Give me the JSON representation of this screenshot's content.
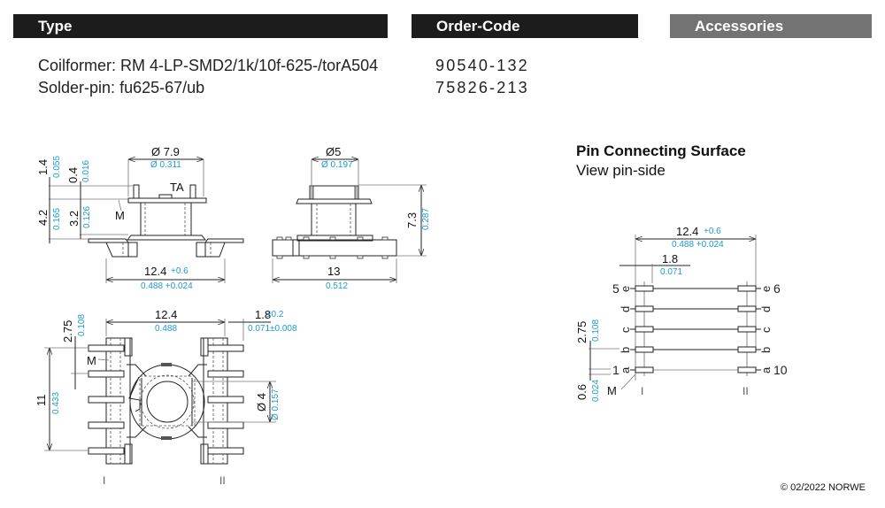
{
  "headers": {
    "type": "Type",
    "order_code": "Order-Code",
    "accessories": "Accessories"
  },
  "items": [
    {
      "label": "Coilformer:",
      "value": "RM 4-LP-SMD2/1k/10f-625-/torA504",
      "order_code": "90540-132"
    },
    {
      "label": "Solder-pin:",
      "value": "fu625-67/ub",
      "order_code": "75826-213"
    }
  ],
  "pin_section": {
    "title": "Pin Connecting Surface",
    "subtitle": "View pin-side"
  },
  "colors": {
    "header_dark": "#1c1c1c",
    "header_grey": "#737373",
    "inch_dimension": "#1a9ad6"
  },
  "side_view": {
    "dia_mm": "Ø 7.9",
    "dia_in": "Ø 0.311",
    "h1_mm": "1.4",
    "h1_in": "0.055",
    "h2_mm": "0.4",
    "h2_in": "0.016",
    "h3_mm": "4.2",
    "h3_in": "0.165",
    "h4_mm": "3.2",
    "h4_in": "0.126",
    "label_ta": "TA",
    "label_m": "M",
    "width_mm": "12.4",
    "width_tol": "+0.6",
    "width_in": "0.488 +0.024"
  },
  "front_view": {
    "dia_mm": "Ø5",
    "dia_in": "Ø 0.197",
    "height_mm": "7.3",
    "height_in": "0.287",
    "width_mm": "13",
    "width_in": "0.512"
  },
  "top_view": {
    "width_mm": "12.4",
    "width_in": "0.488",
    "pin_mm": "1.8",
    "pin_tol": "±0.2",
    "pin_in": "0.071±0.008",
    "pitch_mm": "2.75",
    "pitch_in": "0.108",
    "height_mm": "11",
    "height_in": "0.433",
    "bore_mm": "Ø 4",
    "bore_in": "Ø 0.157",
    "label_m": "M",
    "row_left": "I",
    "row_right": "II"
  },
  "pin_view": {
    "width_mm": "12.4",
    "width_tol": "+0.6",
    "width_in": "0.488 +0.024",
    "pad_mm": "1.8",
    "pad_in": "0.071",
    "pitch_mm": "2.75",
    "pitch_in": "0.108",
    "offset_mm": "0.6",
    "offset_in": "0.024",
    "label_m": "M",
    "row_left": "I",
    "row_right": "II",
    "left_pins": [
      {
        "num": "5",
        "letter": "e"
      },
      {
        "num": "",
        "letter": "d"
      },
      {
        "num": "",
        "letter": "c"
      },
      {
        "num": "",
        "letter": "b"
      },
      {
        "num": "1",
        "letter": "a"
      }
    ],
    "right_pins": [
      {
        "num": "6",
        "letter": "e"
      },
      {
        "num": "",
        "letter": "d"
      },
      {
        "num": "",
        "letter": "c"
      },
      {
        "num": "",
        "letter": "b"
      },
      {
        "num": "10",
        "letter": "a"
      }
    ]
  },
  "copyright": "© 02/2022 NORWE"
}
